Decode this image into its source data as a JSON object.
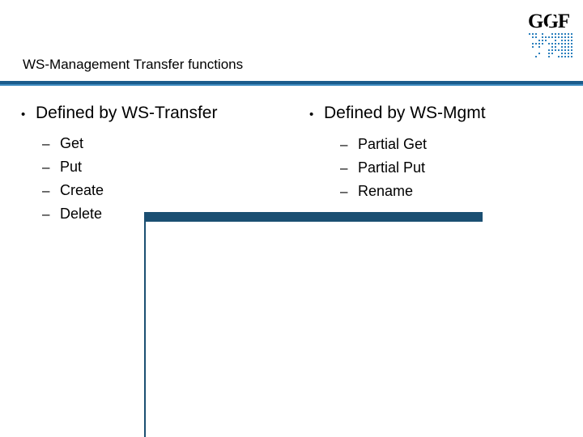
{
  "slide": {
    "title": "WS-Management Transfer functions",
    "logo": {
      "text": "GGF",
      "icon": "ggf-logo"
    },
    "columns": [
      {
        "heading": "Defined by WS-Transfer",
        "bullet_mark": "•",
        "items": [
          "Get",
          "Put",
          "Create",
          "Delete"
        ],
        "sub_mark": "–"
      },
      {
        "heading": "Defined by WS-Mgmt",
        "bullet_mark": "•",
        "items": [
          "Partial Get",
          "Partial Put",
          "Rename"
        ],
        "sub_mark": "–"
      }
    ],
    "colors": {
      "rule_dark": "#1b5c8c",
      "rule_light": "#3f8bbf",
      "deco": "#1b4f72",
      "logo_dots": "#2b7fbd"
    }
  }
}
